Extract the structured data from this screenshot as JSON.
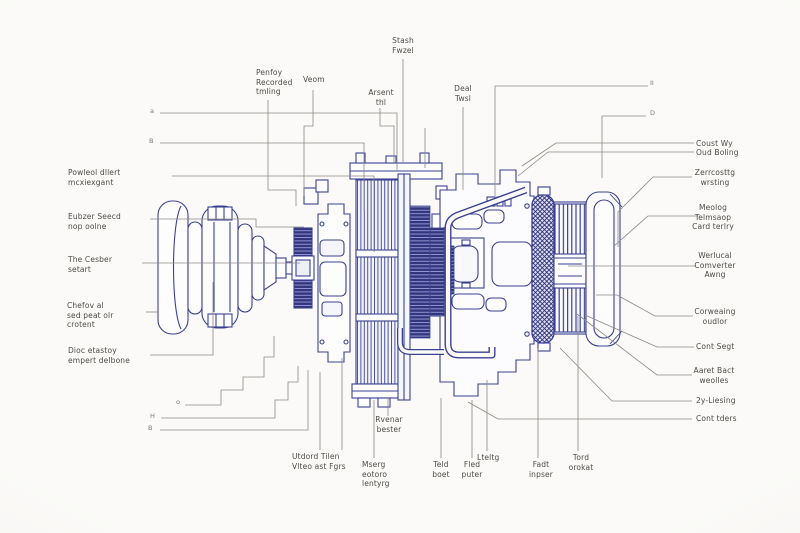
{
  "colors": {
    "ink": "#3b4192",
    "gear_dark": "#32357e",
    "leader_gray": "#8d8983",
    "label_text": "#4f4c46",
    "paper": "#fbfaf8"
  },
  "labels": {
    "powleol": "Powleol dllert\nmcxiexgant",
    "eubzer": "Eubzer Seecd\nnop oolne",
    "cesber": "The Cesber\nsetart",
    "chefov": "Chefov al\nsed peat olr\ncrotent",
    "dioc": "Dioc etastoy\nempert delbone",
    "penfoy": "Penfoy\nRecorded\ntmling",
    "veom": "Veom",
    "arsent": "Arsent\nthl",
    "stash": "Stash\nFwzel",
    "deal": "Deal\nTwsl",
    "coust": "Coust Wy",
    "oud": "Oud Boling",
    "zerr": "Zerrcosttg\nwrsting",
    "meolog": "Meolog\nTelmsaop\nCard terlry",
    "werlucal": "Werlucal\nComverter\nAwng",
    "corweaing": "Corweaing\noudlor",
    "cont_segt": "Cont Segt",
    "aaret": "Aaret Bact\nweolles",
    "liesing": "2y-Liesing",
    "cont_tders": "Cont tders",
    "utdord": "Utdord Tilen\nVlteo ast Fgrs",
    "rvenar": "Rvenar\nbester",
    "mserg": "Mserg\neotoro\nlentyrg",
    "teld": "Teld\nboet",
    "fled": "Fled\nputer",
    "lteltg": "Lteltg",
    "fadt": "Fadt\ninpser",
    "tord": "Tord\norokat"
  },
  "markers": {
    "a": "a",
    "b_upper": "B",
    "ii": "II",
    "d": "D",
    "o": "o",
    "h": "H",
    "b_lower": "B"
  }
}
